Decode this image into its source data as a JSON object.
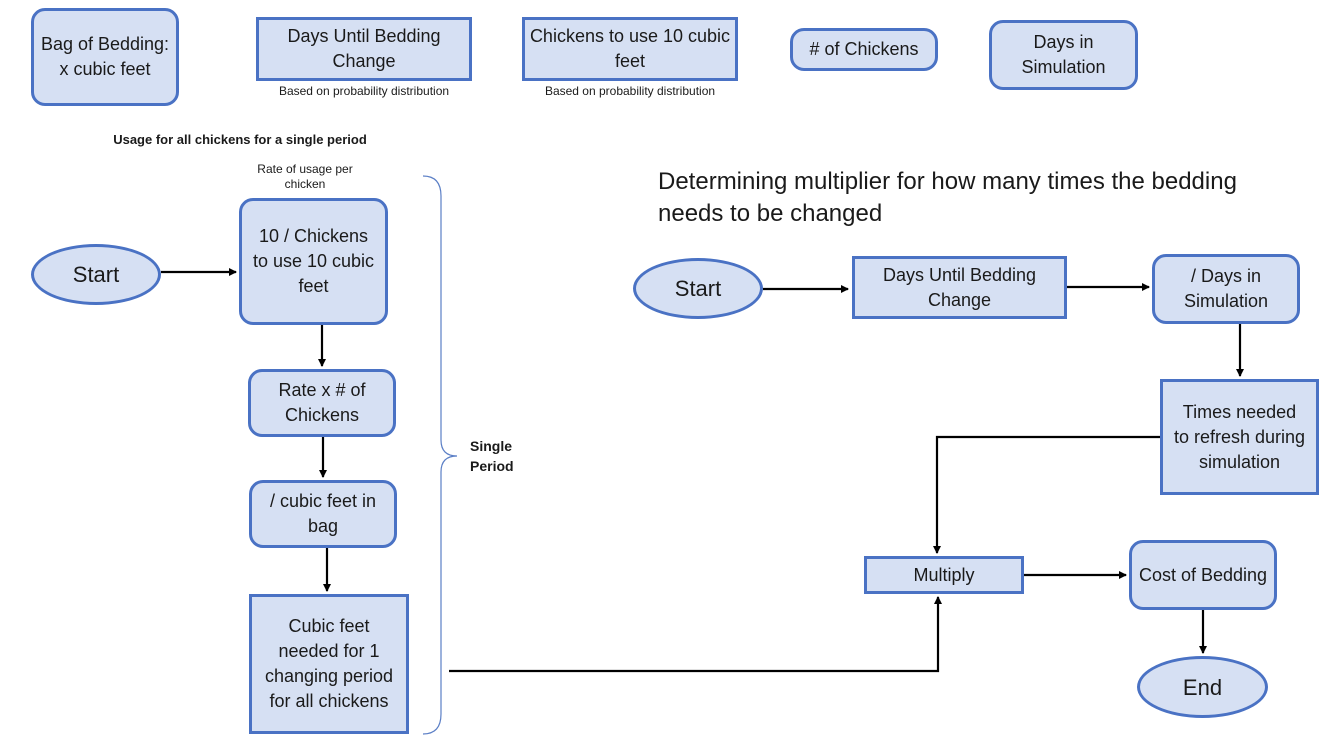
{
  "inputs": {
    "bag_of_bedding": "Bag of Bedding: x cubic feet",
    "days_until_change": "Days Until Bedding Change",
    "days_until_change_note": "Based on probability distribution",
    "chickens_per_10": "Chickens to use 10 cubic feet",
    "chickens_per_10_note": "Based on probability distribution",
    "num_chickens": "# of Chickens",
    "days_in_sim": "Days in Simulation"
  },
  "left_flow": {
    "title": "Usage for all chickens for a single period",
    "rate_note": "Rate of usage per chicken",
    "start": "Start",
    "step1": "10 / Chickens to use 10 cubic feet",
    "step2": "Rate x # of Chickens",
    "step3": "/ cubic feet in bag",
    "step4": "Cubic feet needed for 1 changing period for all chickens",
    "brace_label": "Single Period"
  },
  "right_flow": {
    "title": "Determining multiplier for how many times the bedding needs to be changed",
    "start": "Start",
    "days_until_change": "Days Until Bedding Change",
    "days_in_sim": "/ Days in Simulation",
    "times_needed": "Times needed to refresh during simulation",
    "multiply": "Multiply",
    "cost": "Cost of Bedding",
    "end": "End"
  },
  "colors": {
    "node_fill": "#d6e0f3",
    "node_border": "#4a72c4",
    "connector": "#000000"
  }
}
